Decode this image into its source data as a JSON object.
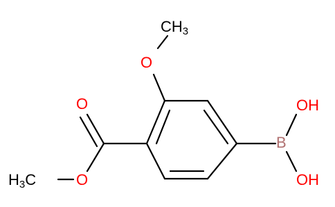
{
  "colors": {
    "bond": "#000000",
    "carbon_label": "#000000",
    "oxygen": "#ff0000",
    "boron": "#b07070"
  },
  "labels": {
    "methyl_top": "CH",
    "methyl_top_sub": "3",
    "oxygen_methoxy": "O",
    "oxygen_carbonyl": "O",
    "oxygen_ester": "O",
    "methyl_ester": "H",
    "methyl_ester_sub": "3",
    "methyl_ester_c": "C",
    "boron": "B",
    "hydroxyl_upper": "OH",
    "hydroxyl_lower": "OH"
  }
}
